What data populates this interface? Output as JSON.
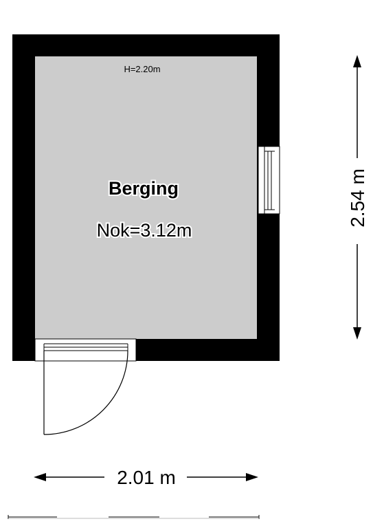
{
  "room": {
    "name": "Berging",
    "ridge_height": "Nok=3.12m",
    "ceiling_height": "H=2.20m"
  },
  "dimensions": {
    "width": "2.01 m",
    "depth": "2.54 m"
  },
  "colors": {
    "wall": "#000000",
    "floor": "#cccccc",
    "background": "#ffffff",
    "line": "#000000"
  }
}
